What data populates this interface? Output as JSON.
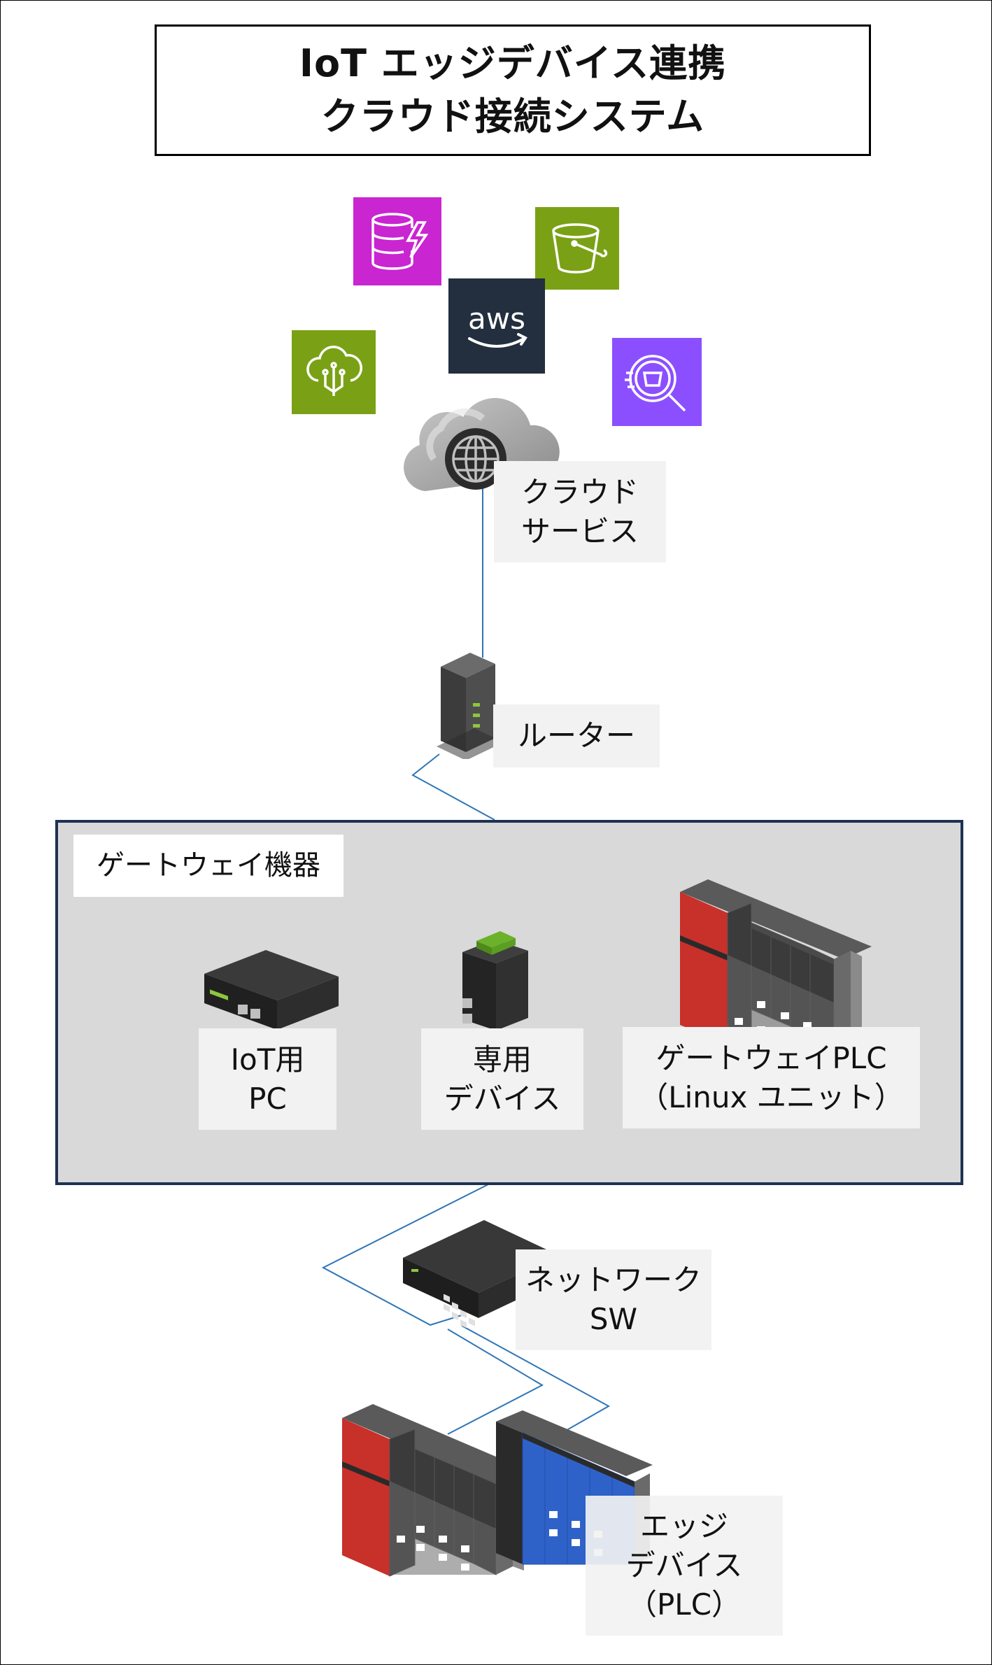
{
  "title": {
    "line1": "IoT エッジデバイス連携",
    "line2": "クラウド接続システム"
  },
  "cloud": {
    "label_line1": "クラウド",
    "label_line2": "サービス",
    "aws_logo_text": "aws",
    "service_icons": [
      "dynamodb-icon",
      "s3-bucket-icon",
      "iot-core-icon",
      "athena-icon",
      "aws-logo"
    ]
  },
  "router": {
    "label": "ルーター"
  },
  "gateway_group": {
    "label": "ゲートウェイ機器",
    "devices": [
      {
        "line1": "IoT用",
        "line2": "PC"
      },
      {
        "line1": "専用",
        "line2": "デバイス"
      },
      {
        "line1": "ゲートウェイPLC",
        "line2": "（Linux ユニット）"
      }
    ]
  },
  "network_switch": {
    "label_line1": "ネットワーク",
    "label_line2": "SW"
  },
  "edge": {
    "line1": "エッジ",
    "line2": "デバイス",
    "line3": "（PLC）"
  },
  "colors": {
    "dynamodb": "#c925d1",
    "s3": "#7aa116",
    "iot": "#7aa116",
    "athena": "#8c4fff",
    "aws_bg": "#232f3e",
    "aws_smile": "#ffffff",
    "link_line": "#2e75b6",
    "group_border": "#1f3252",
    "group_fill": "#d9d9d9",
    "plc_red": "#c8302a",
    "plc_blue": "#2f62c9",
    "device_dark": "#2b2b2b"
  }
}
